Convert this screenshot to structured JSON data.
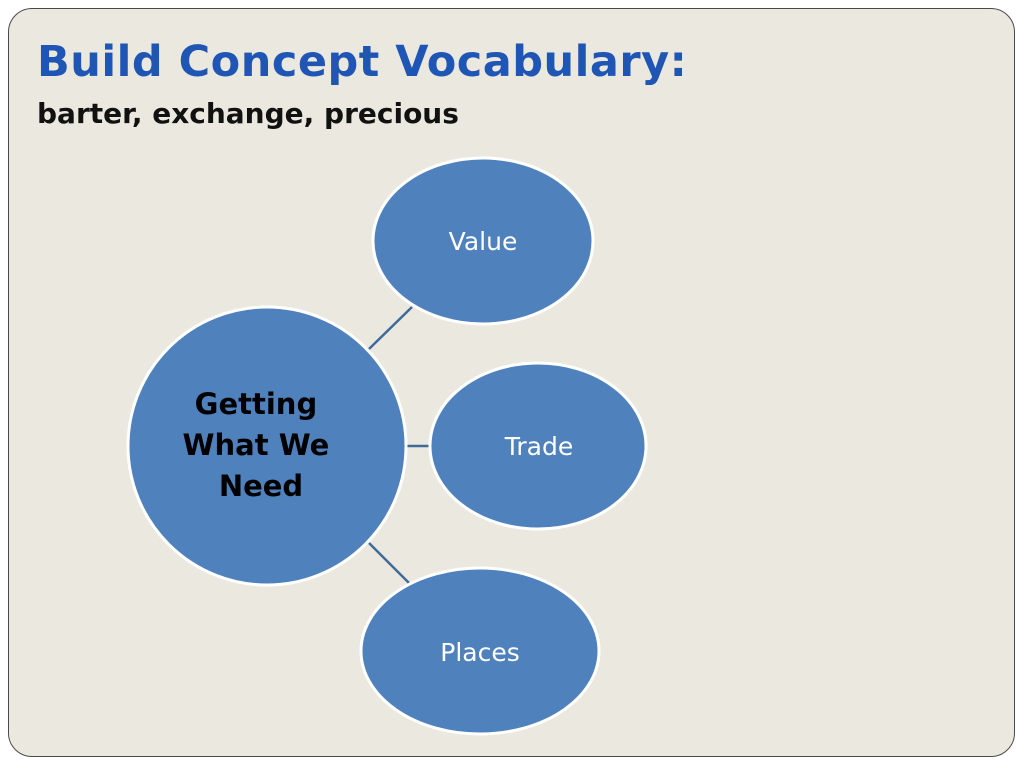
{
  "slide": {
    "title": "Build Concept Vocabulary:",
    "subtitle": "barter, exchange, precious"
  },
  "diagram": {
    "hub": {
      "lines": [
        "Getting",
        "What We",
        "Need"
      ]
    },
    "nodes": [
      {
        "label": "Value"
      },
      {
        "label": "Trade"
      },
      {
        "label": "Places"
      }
    ]
  },
  "colors": {
    "background": "#ebe9df",
    "title": "#1f55b5",
    "circle_fill": "#4f81bd",
    "connector": "#3f6a99"
  }
}
